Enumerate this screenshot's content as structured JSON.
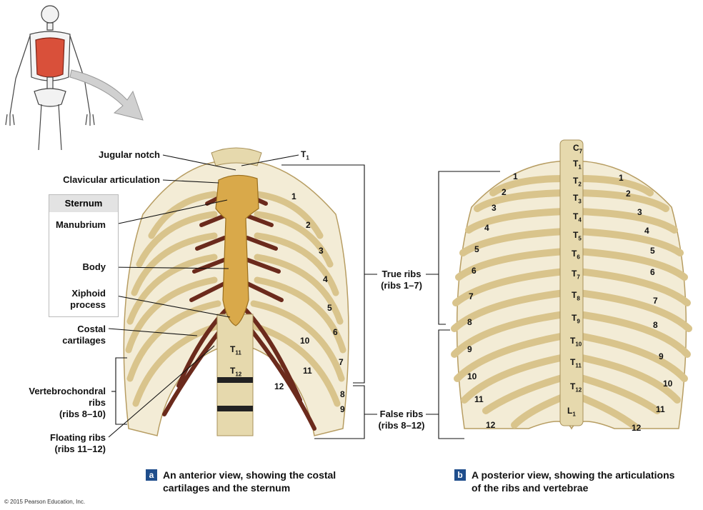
{
  "sternum": {
    "title": "Sternum",
    "manubrium": "Manubrium",
    "body": "Body",
    "xiphoid": "Xiphoid\nprocess"
  },
  "labels": {
    "jugular_notch": "Jugular notch",
    "clavicular_articulation": "Clavicular articulation",
    "costal_cartilages": "Costal\ncartilages",
    "vertebrochondral_ribs": "Vertebrochondral\nribs\n(ribs 8–10)",
    "floating_ribs": "Floating ribs\n(ribs 11–12)",
    "true_ribs": "True ribs\n(ribs 1–7)",
    "false_ribs": "False ribs\n(ribs 8–12)"
  },
  "vertebrae_a": [
    "T1",
    "T11",
    "T12"
  ],
  "vertebrae_b": [
    "C7",
    "T1",
    "T2",
    "T3",
    "T4",
    "T5",
    "T6",
    "T7",
    "T8",
    "T9",
    "T10",
    "T11",
    "T12",
    "L1"
  ],
  "rib_numbers": [
    "1",
    "2",
    "3",
    "4",
    "5",
    "6",
    "7",
    "8",
    "9",
    "10",
    "11",
    "12"
  ],
  "captions": {
    "a_badge": "a",
    "a_text": "An anterior view, showing the costal\ncartilages and the sternum",
    "b_badge": "b",
    "b_text": "A posterior view, showing the articulations\nof the ribs and vertebrae"
  },
  "copyright": "© 2015 Pearson Education, Inc.",
  "colors": {
    "bone": "#e3d3a0",
    "bone_dark": "#c9b27a",
    "cartilage": "#6b2a1c",
    "sternum": "#d9a94a",
    "badge": "#1f4e8c"
  }
}
